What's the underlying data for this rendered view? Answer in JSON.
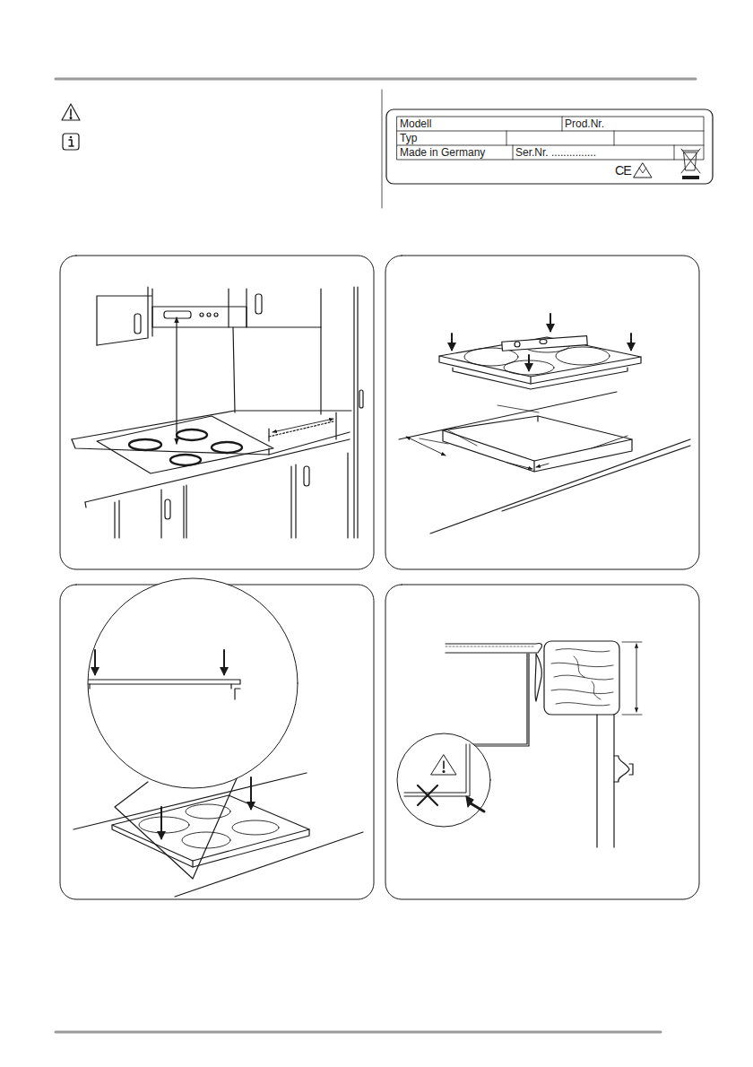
{
  "diagram": {
    "labels": [
      "Modell",
      "Prod.Nr.",
      "Typ",
      "Made in Germany",
      "Ser.Nr. ...............",
      "CE"
    ]
  }
}
